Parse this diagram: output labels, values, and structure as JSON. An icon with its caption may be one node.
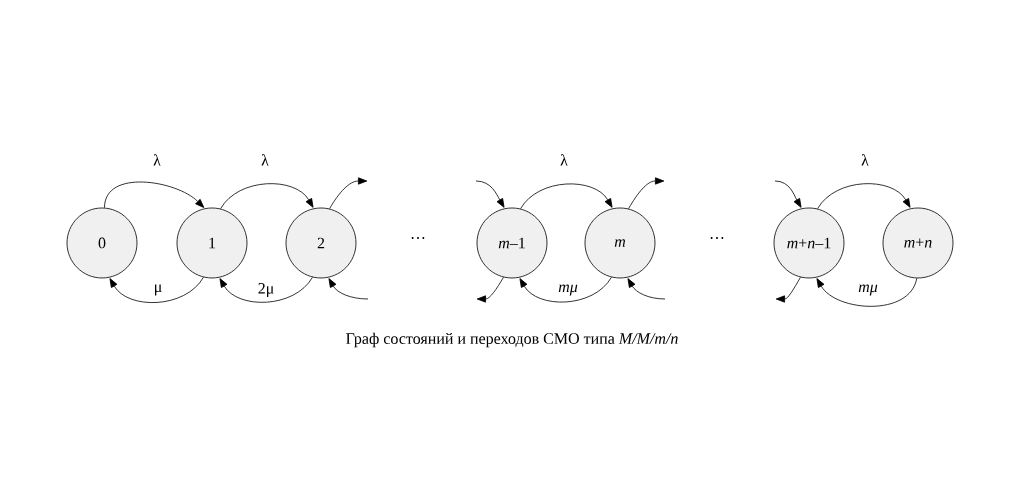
{
  "diagram": {
    "caption": "Граф состояний и переходов СМО типа *M/M/m/n*",
    "nodes": [
      {
        "text": [
          "0"
        ]
      },
      {
        "text": [
          "1"
        ]
      },
      {
        "text": [
          "2"
        ]
      },
      {
        "text": [
          "*m*–1"
        ]
      },
      {
        "text": [
          "m"
        ]
      },
      {
        "text": [
          "*m*+*n*–1"
        ]
      },
      {
        "text": [
          "*m*+*n*"
        ]
      }
    ],
    "edges": [
      {
        "from": 0,
        "to": 1,
        "arrow": "to",
        "label": "λ"
      },
      {
        "from": 1,
        "to": 0,
        "arrow": "to",
        "label": "μ"
      },
      {
        "from": 1,
        "to": 2,
        "arrow": "to",
        "label": "λ"
      },
      {
        "from": 2,
        "to": 1,
        "arrow": "to",
        "label": "2μ"
      },
      {
        "from": 2,
        "to": null,
        "arrow": "to"
      },
      {
        "from": null,
        "to": 2,
        "arrow": "to"
      },
      {
        "from": null,
        "to": 3,
        "arrow": "to"
      },
      {
        "from": 3,
        "to": null,
        "arrow": "to"
      },
      {
        "from": 3,
        "to": 4,
        "arrow": "to",
        "label": "λ"
      },
      {
        "from": 4,
        "to": 3,
        "arrow": "to",
        "label": "mμ"
      },
      {
        "from": 4,
        "to": null,
        "arrow": "to"
      },
      {
        "from": null,
        "to": 4,
        "arrow": "to"
      },
      {
        "from": null,
        "to": 5,
        "arrow": "to"
      },
      {
        "from": 5,
        "to": null,
        "arrow": "to"
      },
      {
        "from": 5,
        "to": 6,
        "arrow": "to",
        "label": "λ"
      },
      {
        "from": 6,
        "to": 5,
        "arrow": "to",
        "label": "mμ"
      }
    ],
    "labels": [
      "…",
      "…"
    ]
  }
}
